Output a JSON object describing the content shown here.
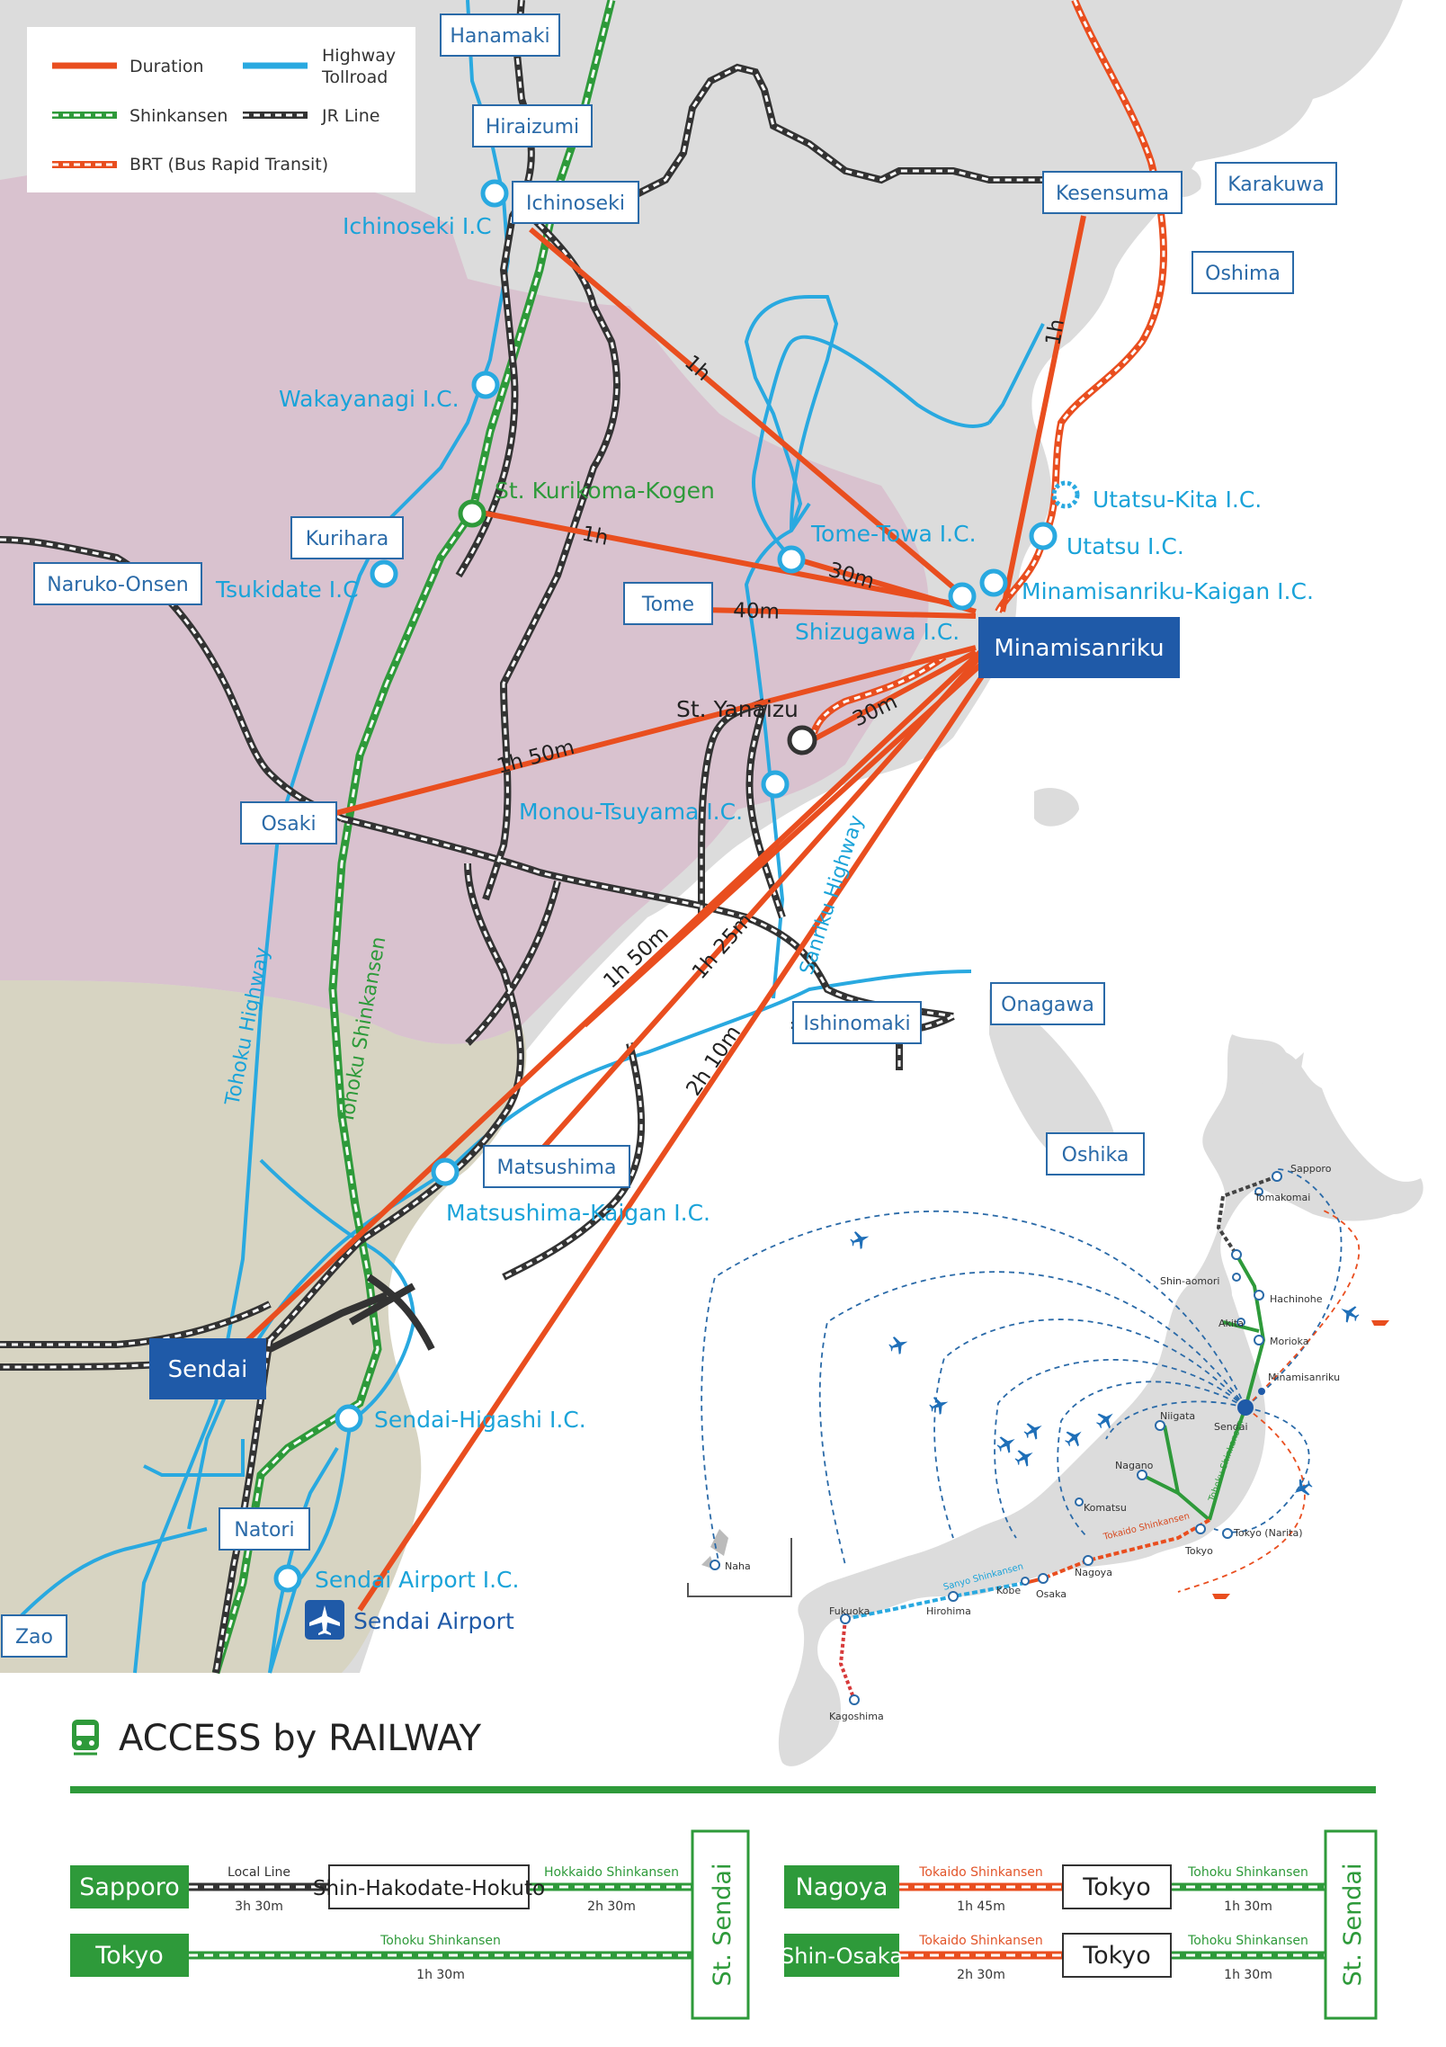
{
  "legend": {
    "duration": "Duration",
    "shinkansen": "Shinkansen",
    "brt": "BRT (Bus Rapid Transit)",
    "highway_line1": "Highway",
    "highway_line2": "Tollroad",
    "jr": "JR Line"
  },
  "colors": {
    "duration": "#e94e1f",
    "highway": "#29a9e0",
    "shinkansen": "#2e9a3a",
    "jr": "#333333",
    "station_text": "#2a6aa8",
    "city_box": "#1f5aa8"
  },
  "stations": {
    "hanamaki": "Hanamaki",
    "hiraizumi": "Hiraizumi",
    "ichinoseki": "Ichinoseki",
    "kesensuma": "Kesensuma",
    "karakuwa": "Karakuwa",
    "oshima": "Oshima",
    "kurihara": "Kurihara",
    "naruko": "Naruko-Onsen",
    "tome": "Tome",
    "osaki": "Osaki",
    "ishinomaki": "Ishinomaki",
    "onagawa": "Onagawa",
    "oshika": "Oshika",
    "matsushima": "Matsushima",
    "natori": "Natori",
    "zao": "Zao"
  },
  "cities": {
    "minamisanriku": "Minamisanriku",
    "sendai": "Sendai"
  },
  "interchanges": {
    "ichinoseki_ic": "Ichinoseki I.C",
    "wakayanagi_ic": "Wakayanagi I.C.",
    "tsukidate_ic": "Tsukidate I.C",
    "tome_towa_ic": "Tome-Towa I.C.",
    "utatsu_kita_ic": "Utatsu-Kita I.C.",
    "utatsu_ic": "Utatsu I.C.",
    "minamisanriku_kaigan_ic": "Minamisanriku-Kaigan I.C.",
    "shizugawa_ic": "Shizugawa I.C.",
    "monou_tsuyama_ic": "Monou-Tsuyama I.C.",
    "matsushima_kaigan_ic": "Matsushima-Kaigan I.C.",
    "sendai_higashi_ic": "Sendai-Higashi I.C.",
    "sendai_airport_ic": "Sendai Airport I.C.",
    "st_kurikoma": "St. Kurikoma-Kogen",
    "st_yanaizu": "St. Yanaizu",
    "sendai_airport": "Sendai Airport"
  },
  "durations": {
    "d1": "1h",
    "d2": "1h",
    "d3": "1h",
    "d4": "30m",
    "d5": "40m",
    "d6": "30m",
    "d7": "1h 50m",
    "d8": "1h 50m",
    "d9": "1h 25m",
    "d10": "2h 10m"
  },
  "roads": {
    "tohoku_highway": "Tohoku Highway",
    "tohoku_shinkansen": "Tohoku Shinkansen",
    "sanriku_highway": "Sanriku Highway"
  },
  "japan": {
    "sapporo": "Sapporo",
    "tomakomai": "Tomakomai",
    "shin_aomori": "Shin-aomori",
    "hachinohe": "Hachinohe",
    "akita": "Akita",
    "morioka": "Morioka",
    "minamisanriku": "Minamisanriku",
    "sendai": "Sendai",
    "niigata": "Niigata",
    "nagano": "Nagano",
    "komatsu": "Komatsu",
    "tokyo_narita": "Tokyo (Narita)",
    "tokyo": "Tokyo",
    "nagoya": "Nagoya",
    "osaka": "Osaka",
    "kobe": "Kobe",
    "hirohima": "Hirohima",
    "fukuoka": "Fukuoka",
    "kagoshima": "Kagoshima",
    "naha": "Naha",
    "tokaido": "Tokaido Shinkansen",
    "sanyo": "Sanyo Shinkansen",
    "tohoku": "Tohoku Shinkansen"
  },
  "railway": {
    "title": "ACCESS by RAILWAY",
    "routes_left": [
      {
        "from": "Sapporo",
        "seg1_name": "Local Line",
        "seg1_time": "3h 30m",
        "via": "Shin-Hakodate-Hokuto",
        "seg2_name": "Hokkaido Shinkansen",
        "seg2_time": "2h 30m"
      },
      {
        "from": "Tokyo",
        "seg_name": "Tohoku Shinkansen",
        "seg_time": "1h 30m"
      }
    ],
    "routes_right": [
      {
        "from": "Nagoya",
        "seg1_name": "Tokaido Shinkansen",
        "seg1_time": "1h 45m",
        "via": "Tokyo",
        "seg2_name": "Tohoku Shinkansen",
        "seg2_time": "1h 30m"
      },
      {
        "from": "Shin-Osaka",
        "seg1_name": "Tokaido Shinkansen",
        "seg1_time": "2h 30m",
        "via": "Tokyo",
        "seg2_name": "Tohoku Shinkansen",
        "seg2_time": "1h 30m"
      }
    ],
    "destination": "St. Sendai"
  }
}
